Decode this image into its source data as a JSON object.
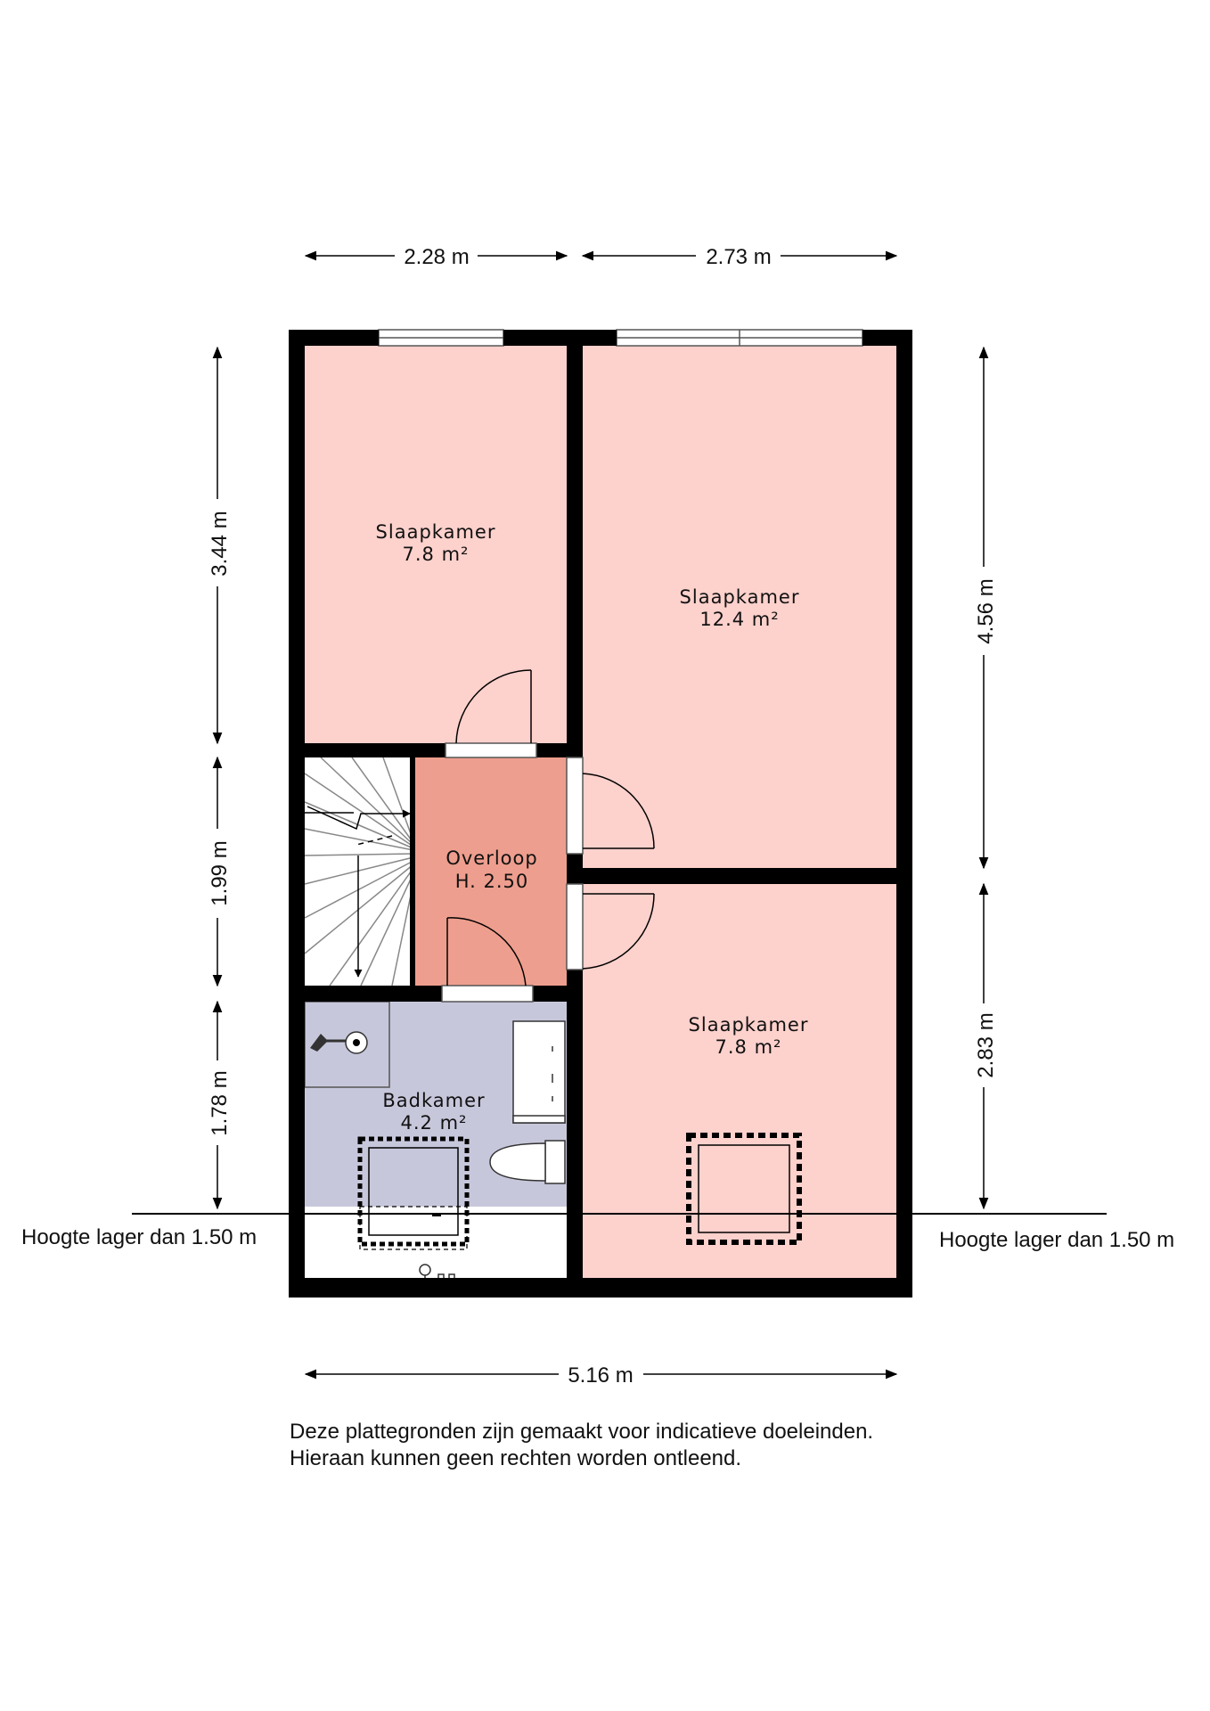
{
  "colors": {
    "bedroom": "#fdd1cc",
    "landing": "#ee9e8e",
    "bathroom": "#c7c7dc",
    "wall": "#000000",
    "background": "#ffffff"
  },
  "dimensions": {
    "top_left": "2.28 m",
    "top_right": "2.73 m",
    "bottom": "5.16 m",
    "left_upper": "3.44 m",
    "left_middle": "1.99 m",
    "left_lower": "1.78 m",
    "right_upper": "4.56 m",
    "right_lower": "2.83 m"
  },
  "rooms": {
    "bedroom_top_left": {
      "name": "Slaapkamer",
      "area": "7.8 m²"
    },
    "bedroom_top_right": {
      "name": "Slaapkamer",
      "area": "12.4 m²"
    },
    "landing": {
      "name": "Overloop",
      "area": "H. 2.50"
    },
    "bathroom": {
      "name": "Badkamer",
      "area": "4.2 m²"
    },
    "bedroom_bottom_right": {
      "name": "Slaapkamer",
      "area": "7.8 m²"
    }
  },
  "height_note_left": "Hoogte lager dan 1.50 m",
  "height_note_right": "Hoogte lager dan 1.50 m",
  "disclaimer": {
    "line1": "Deze plattegronden zijn gemaakt voor indicatieve doeleinden.",
    "line2": "Hieraan kunnen geen rechten worden ontleend."
  },
  "icons": {
    "stairs": "stairs-icon",
    "shower": "shower-icon",
    "vanity": "vanity-icon",
    "toilet": "toilet-icon",
    "skylight": "skylight-icon"
  }
}
